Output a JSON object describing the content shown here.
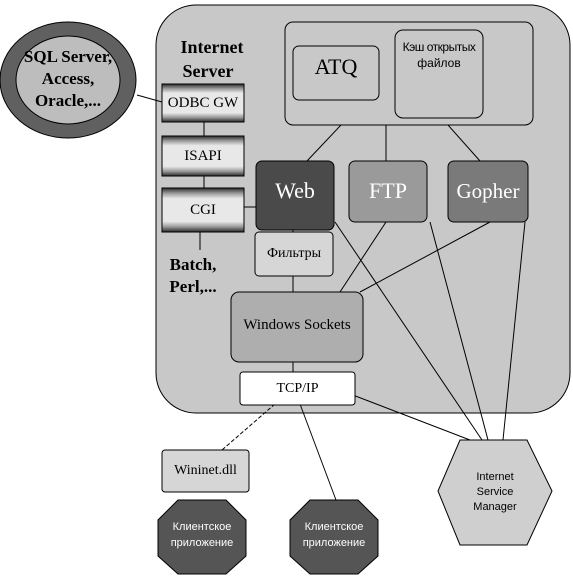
{
  "server": {
    "title_line1": "Internet",
    "title_line2": "Server"
  },
  "database": {
    "line1": "SQL Server,",
    "line2": "Access,",
    "line3": "Oracle,..."
  },
  "atq": {
    "label": "ATQ"
  },
  "cache": {
    "line1": "Кэш открытых",
    "line2": "файлов"
  },
  "services": {
    "web": "Web",
    "ftp": "FTP",
    "gopher": "Gopher"
  },
  "interfaces": {
    "odbc": "ODBC GW",
    "isapi": "ISAPI",
    "cgi": "CGI"
  },
  "batch": {
    "line1": "Batch,",
    "line2": "Perl,..."
  },
  "filters": {
    "label": "Фильтры"
  },
  "sockets": {
    "label": "Windows Sockets"
  },
  "tcpip": {
    "label": "TCP/IP"
  },
  "wininet": {
    "label": "Wininet.dll"
  },
  "manager": {
    "line1": "Internet",
    "line2": "Service",
    "line3": "Manager"
  },
  "clients": [
    {
      "line1": "Клиентское",
      "line2": "приложение"
    },
    {
      "line1": "Клиентское",
      "line2": "приложение"
    }
  ],
  "colors": {
    "server_bg": "#c8c8c8",
    "web": "#4a4a4a",
    "ftp_gopher": "#9a9a9a",
    "gopher": "#7a7a7a",
    "client": "#555555",
    "db_outer": "#606060",
    "db_inner": "#bdbdbd"
  }
}
